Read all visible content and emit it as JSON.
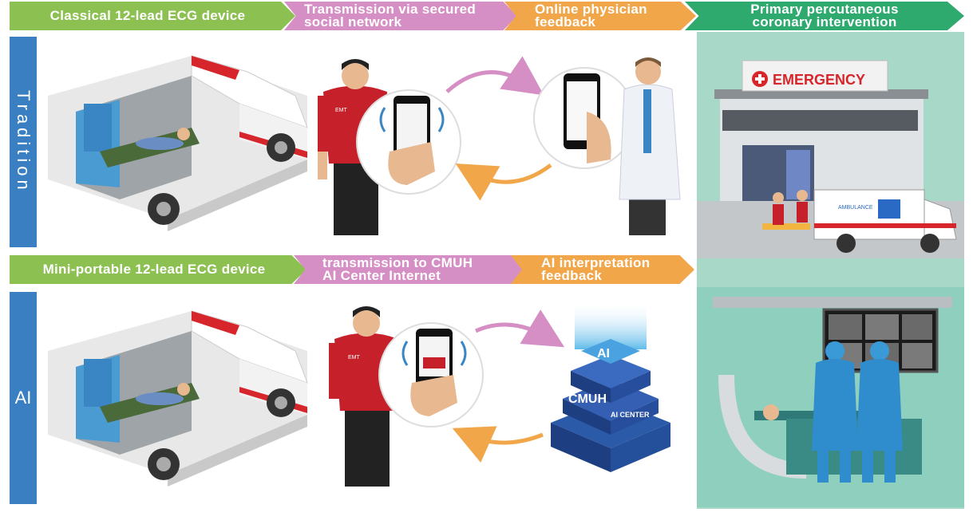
{
  "top_row": {
    "steps": [
      {
        "label": "Classical 12-lead ECG device",
        "color": "#8cc152"
      },
      {
        "label_line1": "Transmission via secured",
        "label_line2": "social network",
        "color": "#d68fc4"
      },
      {
        "label_line1": "Online physician",
        "label_line2": "feedback",
        "color": "#f2a64a"
      },
      {
        "label_line1": "Primary percutaneous",
        "label_line2": "coronary intervention",
        "color": "#2eaa6f"
      }
    ],
    "side_label": "Tradition"
  },
  "bottom_row": {
    "steps": [
      {
        "label": "Mini-portable 12-lead ECG device",
        "color": "#8cc152"
      },
      {
        "label_line1": "transmission to CMUH",
        "label_line2": "AI Center Internet",
        "color": "#d68fc4"
      },
      {
        "label_line1": "AI interpretation",
        "label_line2": "feedback",
        "color": "#f2a64a"
      }
    ],
    "side_label": "AI"
  },
  "illustrations": {
    "emt_badge": "EMT",
    "hospital_sign": "EMERGENCY",
    "ambulance_text": "AMBULANCE",
    "ai_tower_top": "AI",
    "ai_tower_name": "CMUH",
    "ai_tower_sub": "AI CENTER"
  }
}
